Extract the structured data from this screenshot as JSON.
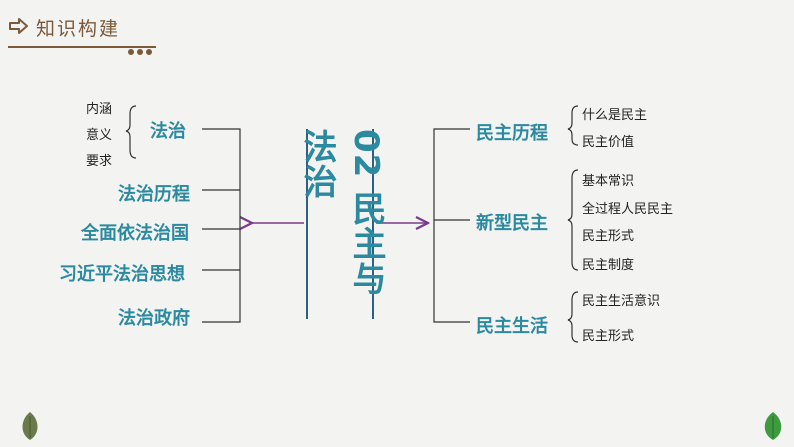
{
  "header": {
    "title": "知识构建",
    "icon": "arrow-right-icon"
  },
  "center": {
    "title": "02 民主与法治"
  },
  "left": {
    "fazhi": {
      "label": "法治",
      "subs": [
        "内涵",
        "意义",
        "要求"
      ]
    },
    "items": [
      "法治历程",
      "全面依法治国",
      "习近平法治思想",
      "法治政府"
    ]
  },
  "right": {
    "groups": [
      {
        "label": "民主历程",
        "subs": [
          "什么是民主",
          "民主价值"
        ]
      },
      {
        "label": "新型民主",
        "subs": [
          "基本常识",
          "全过程人民民主",
          "民主形式",
          "民主制度"
        ]
      },
      {
        "label": "民主生活",
        "subs": [
          "民主生活意识",
          "民主形式"
        ]
      }
    ]
  },
  "colors": {
    "accent": "#2b8aa0",
    "brown": "#7a5a3a",
    "arrow": "#7a3a8c",
    "bracket": "#333333"
  }
}
